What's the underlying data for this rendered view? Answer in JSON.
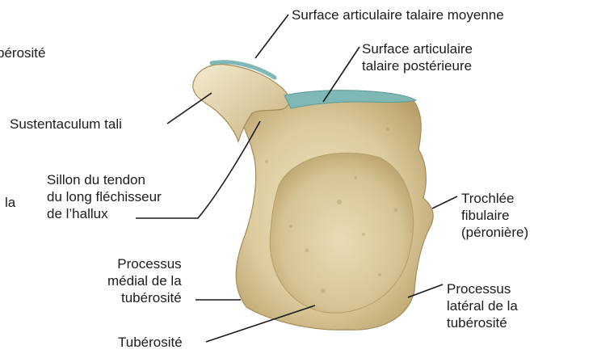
{
  "labels": {
    "surface_moyenne": "Surface articulaire talaire moyenne",
    "surface_posterieure": "Surface articulaire\ntalaire postérieure",
    "sustentaculum": "Sustentaculum tali",
    "sillon": "Sillon du tendon\ndu long fléchisseur\nde l’hallux",
    "trochlee": "Trochlée\nfibulaire\n(péronière)",
    "processus_medial": "Processus\nmédial de la\ntubérosité",
    "processus_lateral": "Processus\nlatéral de la\ntubérosité",
    "tuberosite": "Tubérosité"
  },
  "cropped_left_labels": {
    "top": "bérosité",
    "middle": "la"
  },
  "colors": {
    "bone": "#d9c9a0",
    "bone_shadow": "#b7a06c",
    "bone_highlight": "#f0e6c6",
    "articular_surface": "#7fb8b4",
    "leader_line": "#1a1a1a"
  }
}
